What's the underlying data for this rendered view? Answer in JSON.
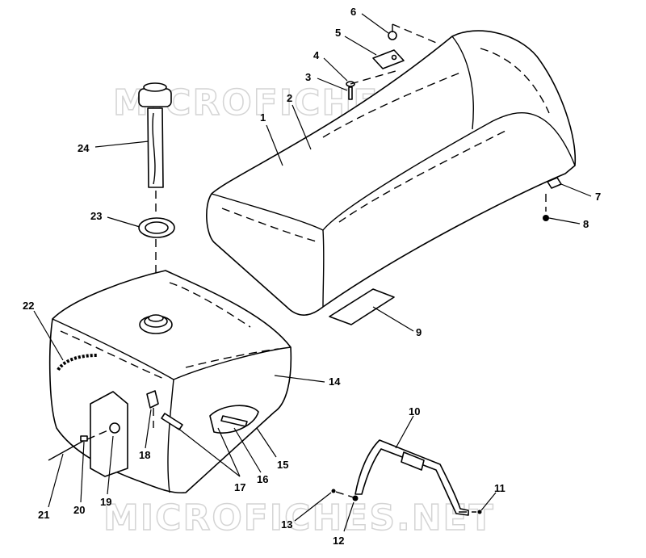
{
  "watermark": {
    "text": "MICROFICHES.NET"
  },
  "callouts": [
    {
      "id": "1",
      "label": "1"
    },
    {
      "id": "2",
      "label": "2"
    },
    {
      "id": "3",
      "label": "3"
    },
    {
      "id": "4",
      "label": "4"
    },
    {
      "id": "5",
      "label": "5"
    },
    {
      "id": "6",
      "label": "6"
    },
    {
      "id": "7",
      "label": "7"
    },
    {
      "id": "8",
      "label": "8"
    },
    {
      "id": "9",
      "label": "9"
    },
    {
      "id": "10",
      "label": "10"
    },
    {
      "id": "11",
      "label": "11"
    },
    {
      "id": "12",
      "label": "12"
    },
    {
      "id": "13",
      "label": "13"
    },
    {
      "id": "14",
      "label": "14"
    },
    {
      "id": "15",
      "label": "15"
    },
    {
      "id": "16",
      "label": "16"
    },
    {
      "id": "17",
      "label": "17"
    },
    {
      "id": "18",
      "label": "18"
    },
    {
      "id": "19",
      "label": "19"
    },
    {
      "id": "20",
      "label": "20"
    },
    {
      "id": "21",
      "label": "21"
    },
    {
      "id": "22",
      "label": "22"
    },
    {
      "id": "23",
      "label": "23"
    },
    {
      "id": "24",
      "label": "24"
    }
  ]
}
